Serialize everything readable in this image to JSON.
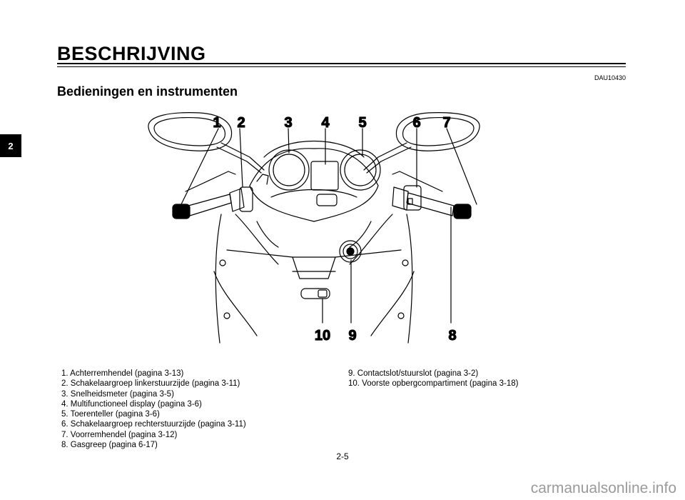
{
  "header": {
    "title": "BESCHRIJVING",
    "doc_code": "DAU10430"
  },
  "section": {
    "title": "Bedieningen en instrumenten"
  },
  "chapter_tab": "2",
  "callouts": {
    "c1": "1",
    "c2": "2",
    "c3": "3",
    "c4": "4",
    "c5": "5",
    "c6": "6",
    "c7": "7",
    "c8": "8",
    "c9": "9",
    "c10": "10"
  },
  "legend": {
    "left": [
      "1. Achterremhendel (pagina 3-13)",
      "2. Schakelaargroep linkerstuurzijde (pagina 3-11)",
      "3. Snelheidsmeter (pagina 3-5)",
      "4. Multifunctioneel display (pagina 3-6)",
      "5. Toerenteller (pagina 3-6)",
      "6. Schakelaargroep rechterstuurzijde (pagina 3-11)",
      "7. Voorremhendel (pagina 3-12)",
      "8. Gasgreep (pagina 6-17)"
    ],
    "right": [
      "9. Contactslot/stuurslot (pagina 3-2)",
      "10. Voorste opbergcompartiment (pagina 3-18)"
    ]
  },
  "footer": {
    "page_number": "2-5",
    "watermark": "carmanualsonline.info"
  }
}
